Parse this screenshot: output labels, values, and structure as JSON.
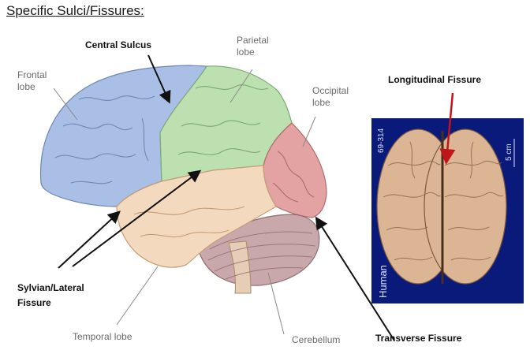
{
  "heading": "Specific Sulci/Fissures:",
  "callouts": {
    "central_sulcus": "Central Sulcus",
    "longitudinal_fissure": "Longitudinal Fissure",
    "sylvian_line1": "Sylvian/Lateral",
    "sylvian_line2": "Fissure",
    "transverse_fissure": "Transverse Fissure"
  },
  "lobes": {
    "frontal_line1": "Frontal",
    "frontal_line2": "lobe",
    "parietal_line1": "Parietal",
    "parietal_line2": "lobe",
    "occipital_line1": "Occipital",
    "occipital_line2": "lobe",
    "temporal": "Temporal lobe",
    "cerebellum": "Cerebellum"
  },
  "photo": {
    "specimen_id": "69-314",
    "scale_label": "5 cm",
    "species": "Human"
  },
  "colors": {
    "frontal": "#a9bfe6",
    "parietal": "#bde0b0",
    "occipital": "#e3a3a3",
    "temporal": "#f3d9bd",
    "cerebellum": "#c9a8ab",
    "photo_bg": "#0a1a7a",
    "arrow_red": "#c0151b"
  }
}
